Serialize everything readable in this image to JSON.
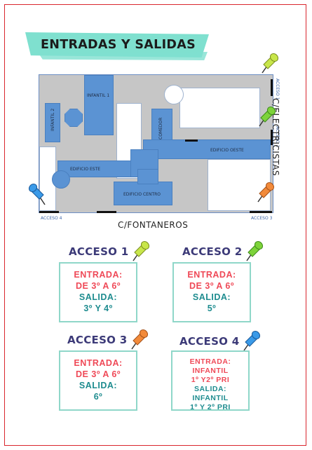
{
  "title": "ENTRADAS Y SALIDAS",
  "map": {
    "buildings": {
      "infantil1": "INFANTIL 1",
      "infantil2": "INFANTIL 2",
      "comedor": "COMEDOR",
      "edificio_oeste": "EDIFICIO OESTE",
      "edificio_este": "EDIFICIO ESTE",
      "edificio_centro": "EDIFICIO CENTRO"
    },
    "accesses": {
      "a1": "ACCESO 1",
      "a2": "ACCESO 2",
      "a3": "ACCESO 3",
      "a4": "ACCESO 4"
    },
    "streets": {
      "right": "C/ELECTRICISTAS",
      "bottom": "C/FONTANEROS"
    }
  },
  "cards": [
    {
      "title": "ACCESO 1",
      "entrada_label": "ENTRADA:",
      "entrada": "DE 3º A 6º",
      "salida_label": "SALIDA:",
      "salida": "3º Y 4º",
      "pin_color": "#c8e64a"
    },
    {
      "title": "ACCESO 2",
      "entrada_label": "ENTRADA:",
      "entrada": "DE 3º A 6º",
      "salida_label": "SALIDA:",
      "salida": "5º",
      "pin_color": "#7dd33a"
    },
    {
      "title": "ACCESO 3",
      "entrada_label": "ENTRADA:",
      "entrada": "DE 3º A 6º",
      "salida_label": "SALIDA:",
      "salida": "6º",
      "pin_color": "#f28a3a"
    },
    {
      "title": "ACCESO 4",
      "entrada_label": "ENTRADA:",
      "entrada_1": "INFANTIL",
      "entrada_2": "1º Y2º PRI",
      "salida_label": "SALIDA:",
      "salida_1": "INFANTIL",
      "salida_2": "1º Y 2º PRI",
      "pin_color": "#3a9ae8"
    }
  ]
}
